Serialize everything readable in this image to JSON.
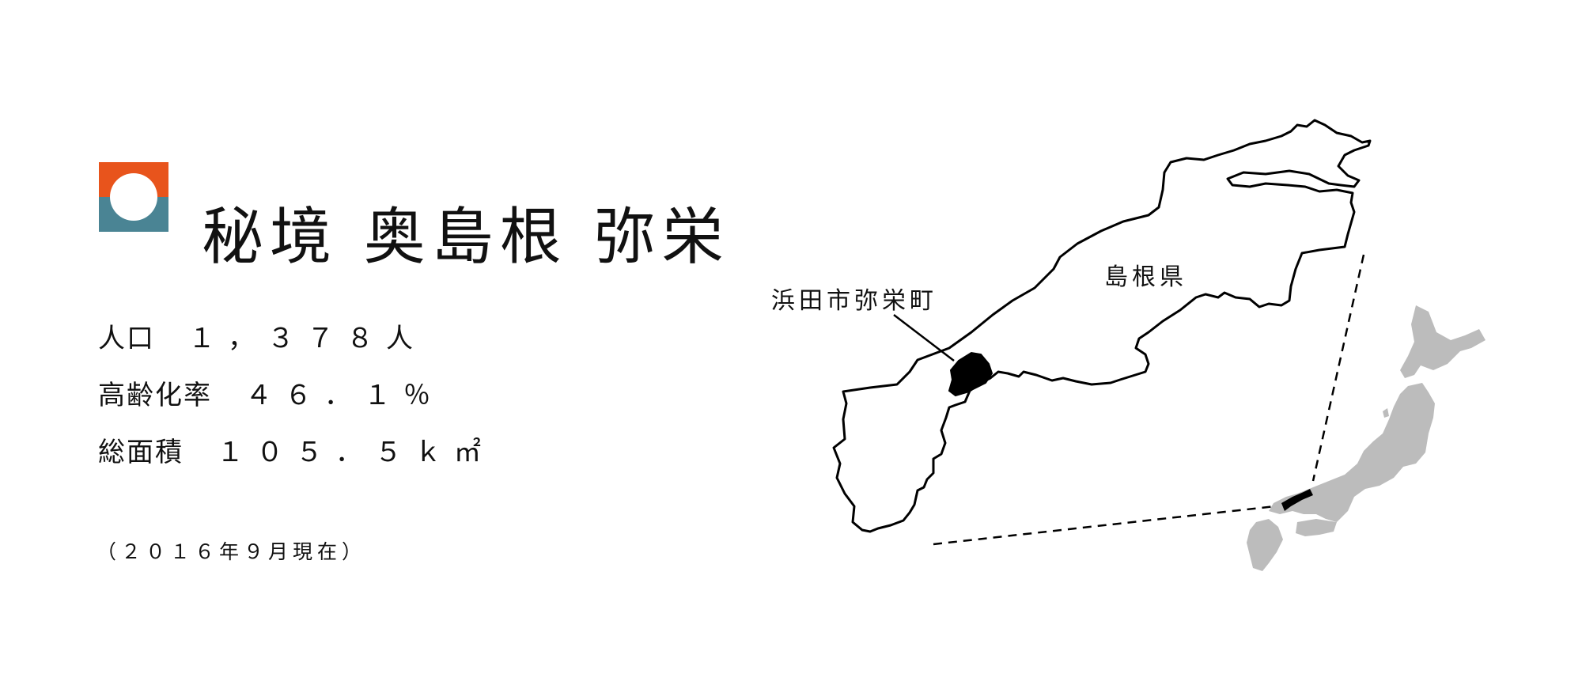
{
  "logo": {
    "top_color": "#e8541c",
    "bottom_color": "#4a8494",
    "circle_color": "#ffffff"
  },
  "title": "秘境 奥島根 弥栄",
  "stats": [
    {
      "label": "人口",
      "value": "１，３７８人"
    },
    {
      "label": "高齢化率",
      "value": "４６．１％"
    },
    {
      "label": "総面積",
      "value": "１０５．５ｋ㎡"
    }
  ],
  "note": "（２０１６年９月現在）",
  "map": {
    "town_label": "浜田市弥栄町",
    "prefecture_label": "島根県",
    "highlight_color": "#000000",
    "japan_color": "#bcbcbc",
    "outline_color": "#000000"
  }
}
